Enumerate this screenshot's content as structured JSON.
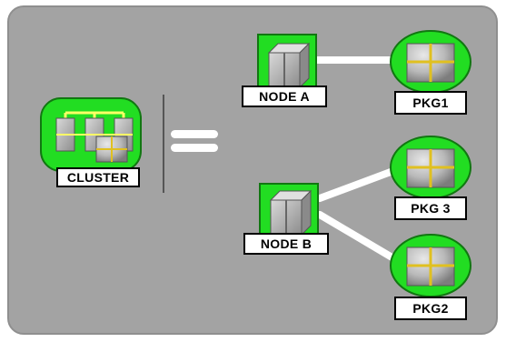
{
  "diagram": {
    "nodes": [
      {
        "id": "cluster",
        "label": "CLUSTER",
        "kind": "cluster-icon"
      },
      {
        "id": "node_a",
        "label": "NODE A",
        "kind": "server-icon"
      },
      {
        "id": "node_b",
        "label": "NODE B",
        "kind": "server-icon"
      },
      {
        "id": "pkg1",
        "label": "PKG1",
        "kind": "package-icon"
      },
      {
        "id": "pkg3",
        "label": "PKG 3",
        "kind": "package-icon"
      },
      {
        "id": "pkg2",
        "label": "PKG2",
        "kind": "package-icon"
      }
    ],
    "edges": [
      {
        "from": "node_a",
        "to": "pkg1"
      },
      {
        "from": "node_b",
        "to": "pkg3"
      },
      {
        "from": "node_b",
        "to": "pkg2"
      }
    ],
    "equals_symbol": "equals-icon"
  },
  "colors": {
    "panel": "#a3a3a3",
    "icon_green": "#22dd22",
    "connector": "#ffffff",
    "label_bg": "#ffffff"
  }
}
